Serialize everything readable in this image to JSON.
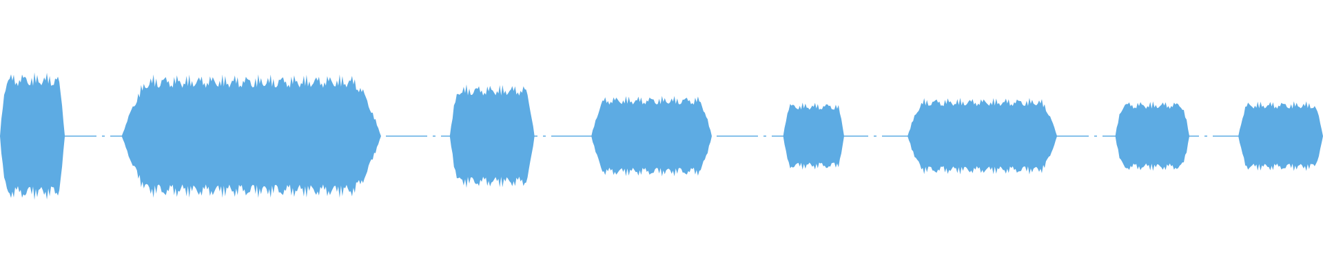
{
  "waveform": {
    "color": "#5DABE3",
    "background": "#ffffff",
    "segments": [
      {
        "start": 0.0,
        "end": 0.049,
        "peak": 0.95
      },
      {
        "start": 0.092,
        "end": 0.288,
        "peak": 0.92
      },
      {
        "start": 0.34,
        "end": 0.404,
        "peak": 0.77
      },
      {
        "start": 0.447,
        "end": 0.538,
        "peak": 0.6
      },
      {
        "start": 0.592,
        "end": 0.638,
        "peak": 0.5
      },
      {
        "start": 0.686,
        "end": 0.799,
        "peak": 0.57
      },
      {
        "start": 0.843,
        "end": 0.899,
        "peak": 0.52
      },
      {
        "start": 0.936,
        "end": 1.0,
        "peak": 0.52
      }
    ]
  }
}
